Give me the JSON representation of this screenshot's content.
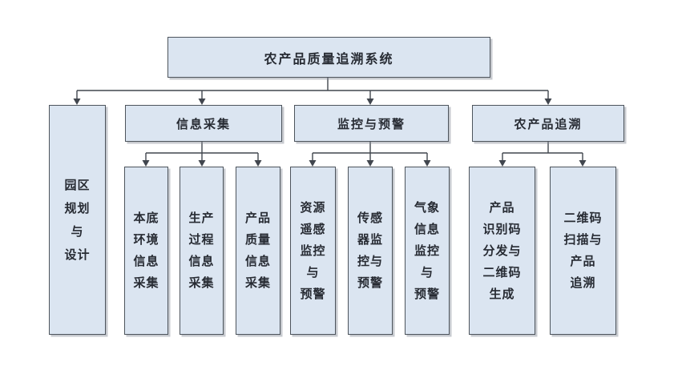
{
  "diagram": {
    "root": {
      "label": "农产品质量追溯系统"
    },
    "branches": [
      {
        "label": "园区\n规划\n与\n设计"
      },
      {
        "label": "信息采集",
        "children": [
          {
            "label": "本底\n环境\n信息\n采集"
          },
          {
            "label": "生产\n过程\n信息\n采集"
          },
          {
            "label": "产品\n质量\n信息\n采集"
          }
        ]
      },
      {
        "label": "监控与预警",
        "children": [
          {
            "label": "资源\n遥感\n监控\n与\n预警"
          },
          {
            "label": "传感\n器监\n控与\n预警"
          },
          {
            "label": "气象\n信息\n监控\n与\n预警"
          }
        ]
      },
      {
        "label": "农产品追溯",
        "children": [
          {
            "label": "产品\n识别码\n分发与\n二维码\n生成"
          },
          {
            "label": "二维码\n扫描与\n产品\n追溯"
          }
        ]
      }
    ]
  },
  "colors": {
    "background": "#ffffff",
    "box_fill": "#dbe5f1",
    "box_border": "#4d545c",
    "box_shadow": "#8c949e",
    "connector": "#41464e",
    "text": "#272b33"
  }
}
